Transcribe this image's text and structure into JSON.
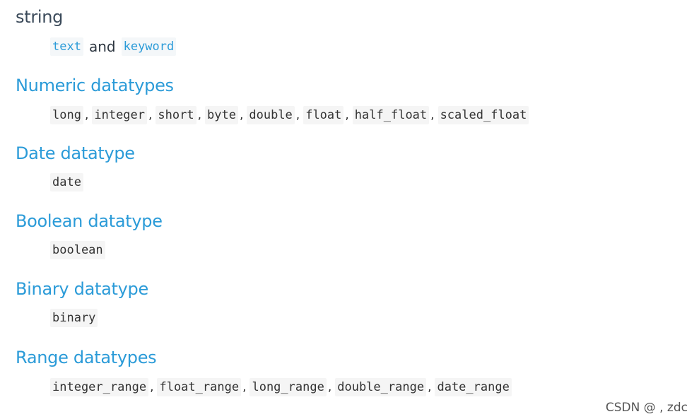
{
  "sections": [
    {
      "heading": "string",
      "heading_style": "plain"
    },
    {
      "heading": "Numeric datatypes",
      "heading_style": "link"
    },
    {
      "heading": "Date datatype",
      "heading_style": "link"
    },
    {
      "heading": "Boolean datatype",
      "heading_style": "link"
    },
    {
      "heading": "Binary datatype",
      "heading_style": "link"
    },
    {
      "heading": "Range datatypes",
      "heading_style": "link"
    }
  ],
  "string": {
    "code1": "text",
    "joiner": "and",
    "code2": "keyword"
  },
  "numeric": {
    "types": [
      "long",
      "integer",
      "short",
      "byte",
      "double",
      "float",
      "half_float",
      "scaled_float"
    ],
    "separator": ","
  },
  "date": {
    "types": [
      "date"
    ]
  },
  "boolean": {
    "types": [
      "boolean"
    ]
  },
  "binary": {
    "types": [
      "binary"
    ]
  },
  "range": {
    "types": [
      "integer_range",
      "float_range",
      "long_range",
      "double_range",
      "date_range"
    ],
    "separator": ","
  },
  "watermark": "CSDN @ , zdc",
  "colors": {
    "heading_plain": "#3b4a5a",
    "heading_link": "#2b9bd8",
    "code_bg": "#f5f5f5",
    "text": "#333333"
  }
}
